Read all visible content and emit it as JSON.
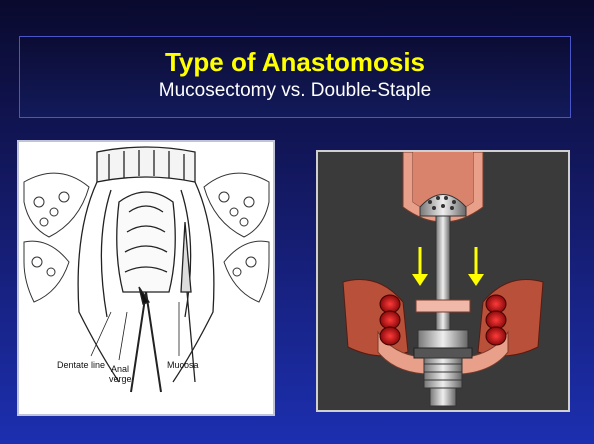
{
  "slide": {
    "title": "Type of Anastomosis",
    "subtitle": "Mucosectomy vs. Double-Staple"
  },
  "left_figure": {
    "labels": {
      "dentate_line": "Dentate line",
      "anal_verge_1": "Anal",
      "anal_verge_2": "verge",
      "mucosa": "Mucosa"
    }
  },
  "colors": {
    "title": "#ffff00",
    "arrow": "#ffff00",
    "tissue": "#e8a08a"
  }
}
